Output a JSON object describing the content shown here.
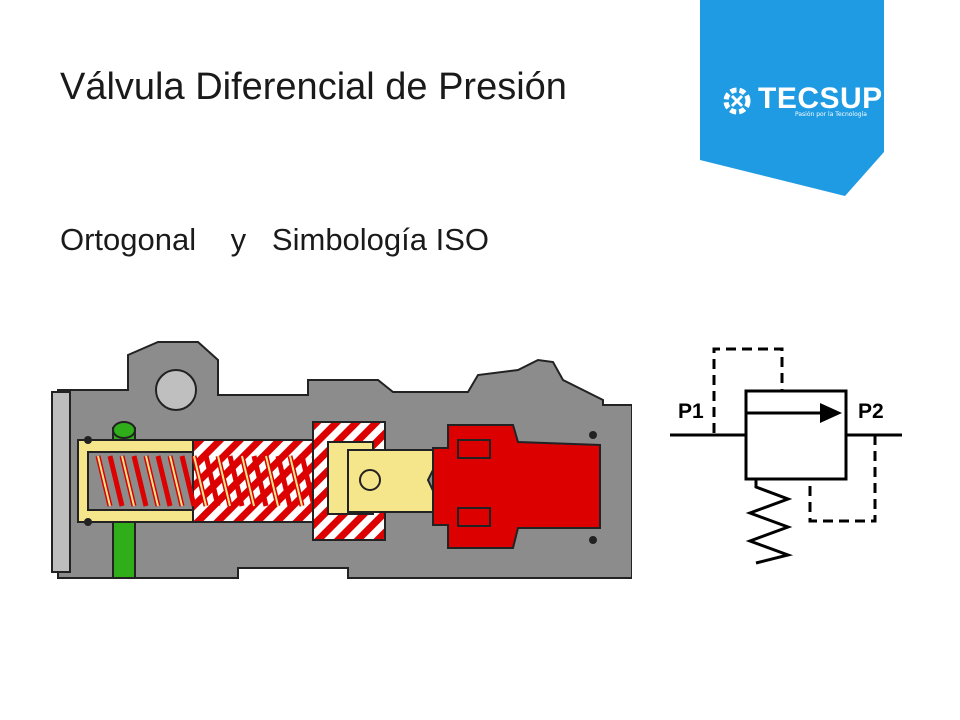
{
  "slide": {
    "title": "Válvula Diferencial de Presión",
    "subtitle": "Ortogonal    y   Simbología ISO"
  },
  "logo": {
    "name": "TECSUP",
    "tagline": "Pasión por la Tecnología",
    "color": "#1e9be3"
  },
  "iso_symbol": {
    "port_left": "P1",
    "port_right": "P2"
  },
  "colors": {
    "housing": "#8c8c8c",
    "yellow_parts": "#f5e68c",
    "red_parts": "#dd0000",
    "green_line": "#2fae1a"
  }
}
